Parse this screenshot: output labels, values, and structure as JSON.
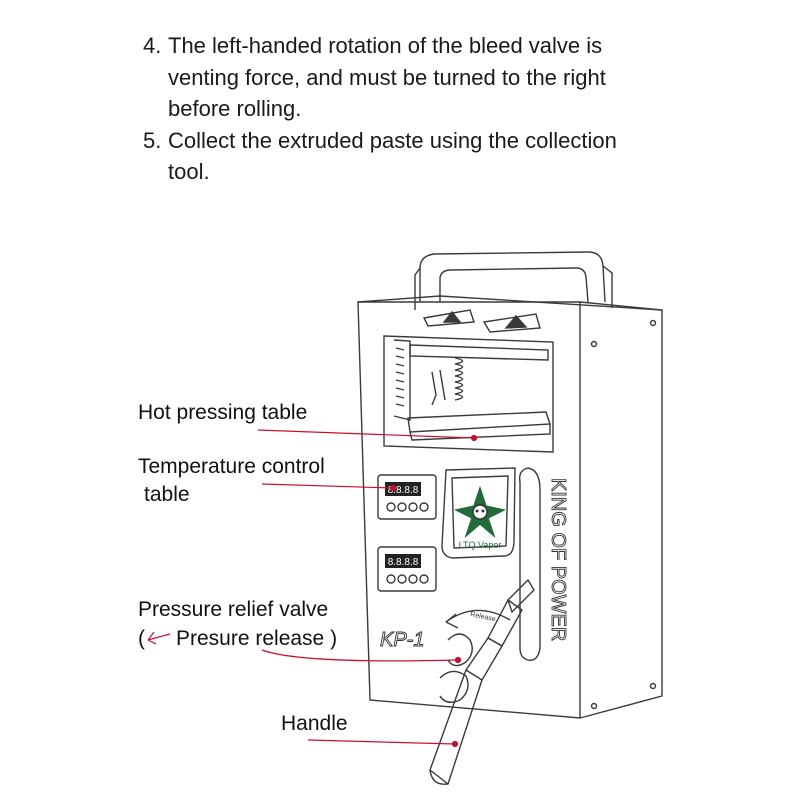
{
  "instructions": [
    {
      "number": "4.",
      "lines": [
        "The left-handed rotation of the bleed valve is",
        "venting force, and must be turned to the right",
        "before rolling."
      ]
    },
    {
      "number": "5.",
      "lines": [
        "Collect the extruded paste using the collection",
        "tool."
      ]
    }
  ],
  "callouts": {
    "hot_pressing_table": "Hot pressing table",
    "temperature_control_line1": "Temperature control",
    "temperature_control_line2": "table",
    "pressure_relief_line1": "Pressure relief valve",
    "pressure_relief_open": "(",
    "pressure_relief_line2": "Presure release )",
    "handle": "Handle"
  },
  "machine": {
    "display_top": "8.8.8.8",
    "display_bottom": "8.8.8.8",
    "logo_text": "LTQ Vapor",
    "side_text": "KING OF POWER",
    "model_text": "KP-1",
    "release_text": "Release"
  },
  "colors": {
    "callout_line": "#c8102e",
    "outline": "#3a3a3a",
    "logo_green": "#1f6b3a"
  }
}
